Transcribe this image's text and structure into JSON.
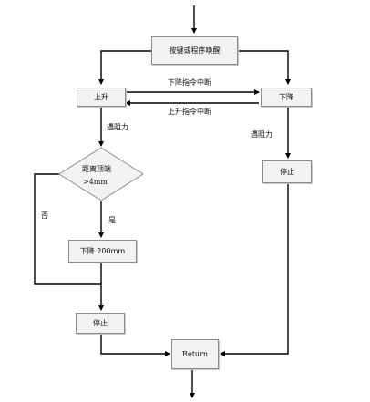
{
  "nodes": {
    "wake": "按键或程序唤醒",
    "rise": "上升",
    "fall": "下降",
    "stop_right": "停止",
    "decision_line1": "距离顶端",
    "decision_line2": ">4mm",
    "fall_200": "下降 200mm",
    "stop_left": "停止",
    "return": "Return"
  },
  "labels": {
    "fall_interrupt": "下降指令中断",
    "rise_interrupt": "上升指令中断",
    "resistance_left": "遇阻力",
    "resistance_right": "遇阻力",
    "yes": "是",
    "no": "否"
  }
}
